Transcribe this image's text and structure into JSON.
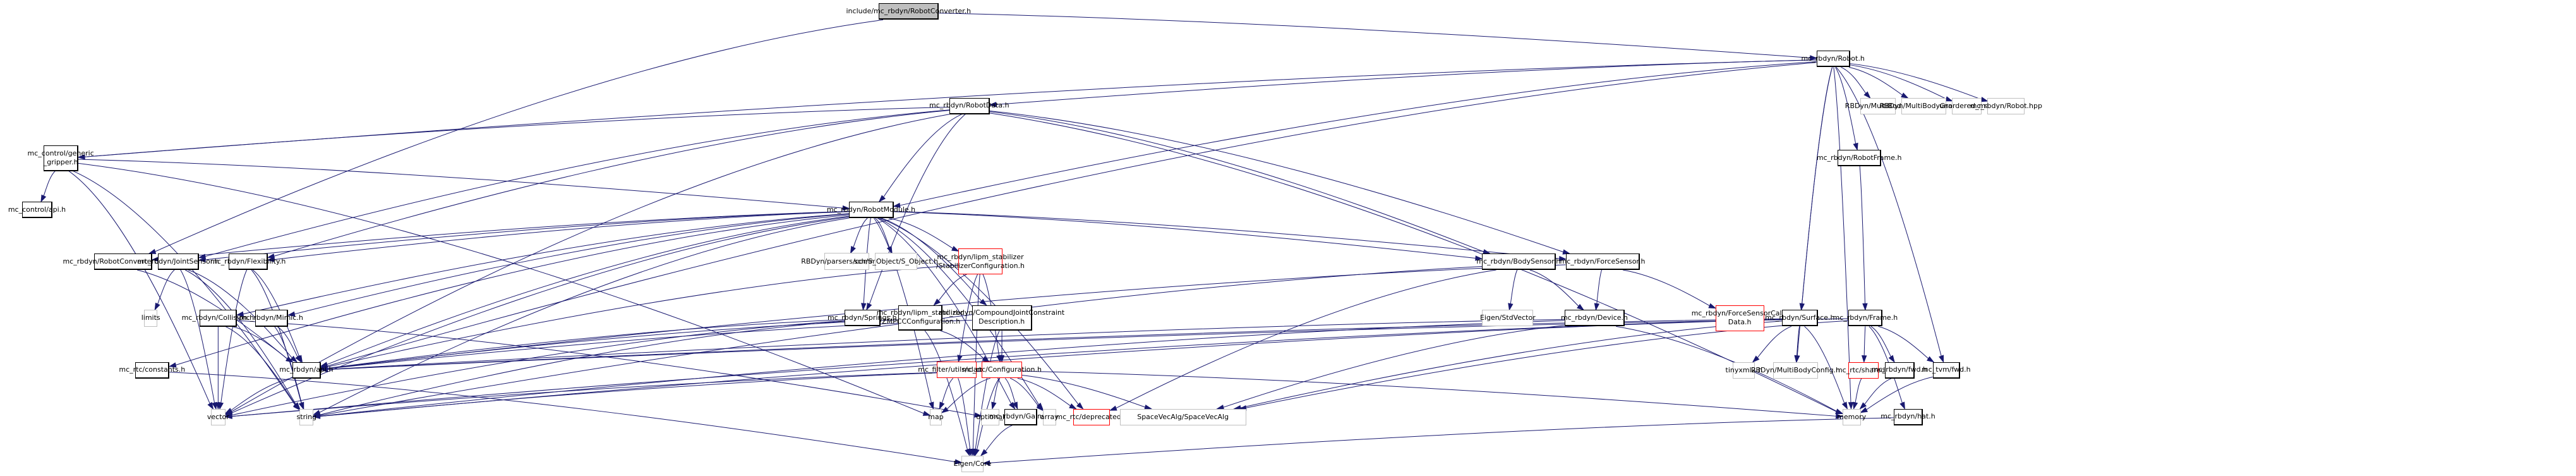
{
  "diagram": {
    "title": "include/mc_rbdyn/RobotConverter.h",
    "edge_color": "#191970",
    "kinds": {
      "root": {
        "fill": "#bfbfbf",
        "stroke": "#000000"
      },
      "local": {
        "fill": "#ffffff",
        "stroke": "#000000"
      },
      "external": {
        "fill": "#ffffff",
        "stroke": "#bfbfbf"
      },
      "missing": {
        "fill": "#ffffff",
        "stroke": "#ff0000"
      }
    },
    "nodes": [
      {
        "id": "root",
        "label": "include/mc_rbdyn/RobotConverter.h",
        "kind": "root"
      },
      {
        "id": "robot_h",
        "label": "mc_rbdyn/Robot.h",
        "kind": "local"
      },
      {
        "id": "robotdata",
        "label": "mc_rbdyn/RobotData.h",
        "kind": "local"
      },
      {
        "id": "gripper",
        "label": "mc_control/generic\n_gripper.h",
        "kind": "local"
      },
      {
        "id": "control_api",
        "label": "mc_control/api.h",
        "kind": "local"
      },
      {
        "id": "robotmodule",
        "label": "mc_rbdyn/RobotModule.h",
        "kind": "local"
      },
      {
        "id": "convcfg",
        "label": "mc_rbdyn/RobotConverterConfig.h",
        "kind": "local"
      },
      {
        "id": "jointsensor",
        "label": "mc_rbdyn/JointSensor.h",
        "kind": "local"
      },
      {
        "id": "flex",
        "label": "mc_rbdyn/Flexibility.h",
        "kind": "local"
      },
      {
        "id": "parsers",
        "label": "RBDyn/parsers/common.h",
        "kind": "external"
      },
      {
        "id": "sobject",
        "label": "sch/S_Object/S_Object.h",
        "kind": "external"
      },
      {
        "id": "stabcfg",
        "label": "mc_rbdyn/lipm_stabilizer\n/StabilizerConfiguration.h",
        "kind": "missing"
      },
      {
        "id": "bodysensor",
        "label": "mc_rbdyn/BodySensor.h",
        "kind": "local"
      },
      {
        "id": "forcesensor",
        "label": "mc_rbdyn/ForceSensor.h",
        "kind": "local"
      },
      {
        "id": "limits",
        "label": "limits",
        "kind": "external"
      },
      {
        "id": "collision",
        "label": "mc_rbdyn/Collision.h",
        "kind": "local"
      },
      {
        "id": "mimic",
        "label": "mc_rbdyn/Mimic.h",
        "kind": "local"
      },
      {
        "id": "springs",
        "label": "mc_rbdyn/Springs.h",
        "kind": "local"
      },
      {
        "id": "zmpcc",
        "label": "mc_rbdyn/lipm_stabilizer\n/ZMPCCConfiguration.h",
        "kind": "local"
      },
      {
        "id": "compound",
        "label": "mc_rbdyn/CompoundJointConstraint\nDescription.h",
        "kind": "local"
      },
      {
        "id": "eigenstd",
        "label": "Eigen/StdVector",
        "kind": "external"
      },
      {
        "id": "device",
        "label": "mc_rbdyn/Device.h",
        "kind": "local"
      },
      {
        "id": "fscalib",
        "label": "mc_rbdyn/ForceSensorCalib\nData.h",
        "kind": "missing"
      },
      {
        "id": "surface",
        "label": "mc_rbdyn/Surface.h",
        "kind": "local"
      },
      {
        "id": "robotframe",
        "label": "mc_rbdyn/RobotFrame.h",
        "kind": "local"
      },
      {
        "id": "frame",
        "label": "mc_rbdyn/Frame.h",
        "kind": "local"
      },
      {
        "id": "multibody",
        "label": "RBDyn/MultiBody.h",
        "kind": "external"
      },
      {
        "id": "mbgraph",
        "label": "RBDyn/MultiBodyGraph.h",
        "kind": "external"
      },
      {
        "id": "umap",
        "label": "unordered_map",
        "kind": "external"
      },
      {
        "id": "robothpp",
        "label": "mc_rbdyn/Robot.hpp",
        "kind": "external"
      },
      {
        "id": "constants",
        "label": "mc_rtc/constants.h",
        "kind": "local"
      },
      {
        "id": "rbdyn_api",
        "label": "mc_rbdyn/api.h",
        "kind": "local"
      },
      {
        "id": "clamp",
        "label": "mc_filter/utils/clamp.h",
        "kind": "missing"
      },
      {
        "id": "configuration",
        "label": "mc_rtc/Configuration.h",
        "kind": "missing"
      },
      {
        "id": "tinyxml",
        "label": "tinyxml2.h",
        "kind": "external"
      },
      {
        "id": "mbconfig",
        "label": "RBDyn/MultiBodyConfig.h",
        "kind": "external"
      },
      {
        "id": "shared",
        "label": "mc_rtc/shared.h",
        "kind": "missing"
      },
      {
        "id": "rbdyn_fwd",
        "label": "mc_rbdyn/fwd.h",
        "kind": "local"
      },
      {
        "id": "tvm_fwd",
        "label": "mc_tvm/fwd.h",
        "kind": "local"
      },
      {
        "id": "vector",
        "label": "vector",
        "kind": "external"
      },
      {
        "id": "string",
        "label": "string",
        "kind": "external"
      },
      {
        "id": "map",
        "label": "map",
        "kind": "external"
      },
      {
        "id": "optional",
        "label": "optional",
        "kind": "external"
      },
      {
        "id": "gains",
        "label": "mc_rbdyn/Gains.h",
        "kind": "local"
      },
      {
        "id": "array",
        "label": "array",
        "kind": "external"
      },
      {
        "id": "deprecated",
        "label": "mc_rtc/deprecated.h",
        "kind": "missing"
      },
      {
        "id": "svalg",
        "label": "SpaceVecAlg/SpaceVecAlg",
        "kind": "external"
      },
      {
        "id": "memory",
        "label": "memory",
        "kind": "external"
      },
      {
        "id": "hat",
        "label": "mc_rbdyn/hat.h",
        "kind": "local"
      },
      {
        "id": "eigencore",
        "label": "Eigen/Core",
        "kind": "external"
      }
    ],
    "edges": [
      [
        "root",
        "robot_h"
      ],
      [
        "root",
        "convcfg"
      ],
      [
        "robot_h",
        "robotdata"
      ],
      [
        "robot_h",
        "gripper"
      ],
      [
        "robot_h",
        "robotmodule"
      ],
      [
        "robot_h",
        "multibody"
      ],
      [
        "robot_h",
        "mbgraph"
      ],
      [
        "robot_h",
        "umap"
      ],
      [
        "robot_h",
        "robothpp"
      ],
      [
        "robot_h",
        "robotframe"
      ],
      [
        "robot_h",
        "surface"
      ],
      [
        "robot_h",
        "mbconfig"
      ],
      [
        "robot_h",
        "tvm_fwd"
      ],
      [
        "robot_h",
        "memory"
      ],
      [
        "robot_h",
        "rbdyn_api"
      ],
      [
        "robotdata",
        "gripper"
      ],
      [
        "robotdata",
        "robotmodule"
      ],
      [
        "robotdata",
        "jointsensor"
      ],
      [
        "robotdata",
        "flex"
      ],
      [
        "robotdata",
        "bodysensor"
      ],
      [
        "robotdata",
        "forcesensor"
      ],
      [
        "robotdata",
        "springs"
      ],
      [
        "robotdata",
        "vector"
      ],
      [
        "robotdata",
        "memory"
      ],
      [
        "gripper",
        "control_api"
      ],
      [
        "gripper",
        "robotmodule"
      ],
      [
        "gripper",
        "vector"
      ],
      [
        "gripper",
        "string"
      ],
      [
        "gripper",
        "map"
      ],
      [
        "robotmodule",
        "convcfg"
      ],
      [
        "robotmodule",
        "jointsensor"
      ],
      [
        "robotmodule",
        "flex"
      ],
      [
        "robotmodule",
        "parsers"
      ],
      [
        "robotmodule",
        "sobject"
      ],
      [
        "robotmodule",
        "stabcfg"
      ],
      [
        "robotmodule",
        "bodysensor"
      ],
      [
        "robotmodule",
        "forcesensor"
      ],
      [
        "robotmodule",
        "collision"
      ],
      [
        "robotmodule",
        "mimic"
      ],
      [
        "robotmodule",
        "springs"
      ],
      [
        "robotmodule",
        "compound"
      ],
      [
        "robotmodule",
        "constants"
      ],
      [
        "robotmodule",
        "rbdyn_api"
      ],
      [
        "robotmodule",
        "array"
      ],
      [
        "robotmodule",
        "map"
      ],
      [
        "robotmodule",
        "deprecated"
      ],
      [
        "robotmodule",
        "gains"
      ],
      [
        "robotmodule",
        "string"
      ],
      [
        "robotmodule",
        "vector"
      ],
      [
        "convcfg",
        "rbdyn_api"
      ],
      [
        "jointsensor",
        "limits"
      ],
      [
        "jointsensor",
        "rbdyn_api"
      ],
      [
        "jointsensor",
        "string"
      ],
      [
        "jointsensor",
        "vector"
      ],
      [
        "flex",
        "rbdyn_api"
      ],
      [
        "flex",
        "vector"
      ],
      [
        "flex",
        "string"
      ],
      [
        "stabcfg",
        "zmpcc"
      ],
      [
        "stabcfg",
        "clamp"
      ],
      [
        "stabcfg",
        "configuration"
      ],
      [
        "stabcfg",
        "rbdyn_api"
      ],
      [
        "stabcfg",
        "eigencore"
      ],
      [
        "bodysensor",
        "eigenstd"
      ],
      [
        "bodysensor",
        "device"
      ],
      [
        "bodysensor",
        "deprecated"
      ],
      [
        "bodysensor",
        "string"
      ],
      [
        "forcesensor",
        "device"
      ],
      [
        "forcesensor",
        "fscalib"
      ],
      [
        "forcesensor",
        "rbdyn_api"
      ],
      [
        "collision",
        "rbdyn_api"
      ],
      [
        "collision",
        "vector"
      ],
      [
        "collision",
        "string"
      ],
      [
        "collision",
        "optional"
      ],
      [
        "mimic",
        "rbdyn_api"
      ],
      [
        "mimic",
        "string"
      ],
      [
        "springs",
        "rbdyn_api"
      ],
      [
        "springs",
        "string"
      ],
      [
        "springs",
        "vector"
      ],
      [
        "zmpcc",
        "configuration"
      ],
      [
        "zmpcc",
        "rbdyn_api"
      ],
      [
        "zmpcc",
        "eigencore"
      ],
      [
        "compound",
        "configuration"
      ],
      [
        "compound",
        "rbdyn_api"
      ],
      [
        "compound",
        "eigencore"
      ],
      [
        "device",
        "rbdyn_api"
      ],
      [
        "device",
        "svalg"
      ],
      [
        "device",
        "memory"
      ],
      [
        "device",
        "string"
      ],
      [
        "surface",
        "rbdyn_api"
      ],
      [
        "surface",
        "tinyxml"
      ],
      [
        "surface",
        "mbconfig"
      ],
      [
        "surface",
        "svalg"
      ],
      [
        "surface",
        "memory"
      ],
      [
        "surface",
        "string"
      ],
      [
        "surface",
        "vector"
      ],
      [
        "robotframe",
        "frame"
      ],
      [
        "frame",
        "rbdyn_api"
      ],
      [
        "frame",
        "shared"
      ],
      [
        "frame",
        "rbdyn_fwd"
      ],
      [
        "frame",
        "tvm_fwd"
      ],
      [
        "frame",
        "hat"
      ],
      [
        "frame",
        "svalg"
      ],
      [
        "constants",
        "eigencore"
      ],
      [
        "clamp",
        "map"
      ],
      [
        "clamp",
        "eigencore"
      ],
      [
        "configuration",
        "vector"
      ],
      [
        "configuration",
        "string"
      ],
      [
        "configuration",
        "map"
      ],
      [
        "configuration",
        "optional"
      ],
      [
        "configuration",
        "gains"
      ],
      [
        "configuration",
        "array"
      ],
      [
        "configuration",
        "deprecated"
      ],
      [
        "configuration",
        "svalg"
      ],
      [
        "configuration",
        "memory"
      ],
      [
        "configuration",
        "eigencore"
      ],
      [
        "gains",
        "eigencore"
      ],
      [
        "shared",
        "memory"
      ],
      [
        "rbdyn_fwd",
        "memory"
      ],
      [
        "tvm_fwd",
        "memory"
      ],
      [
        "hat",
        "eigencore"
      ],
      [
        "rbdyn_api",
        "vector"
      ]
    ]
  }
}
